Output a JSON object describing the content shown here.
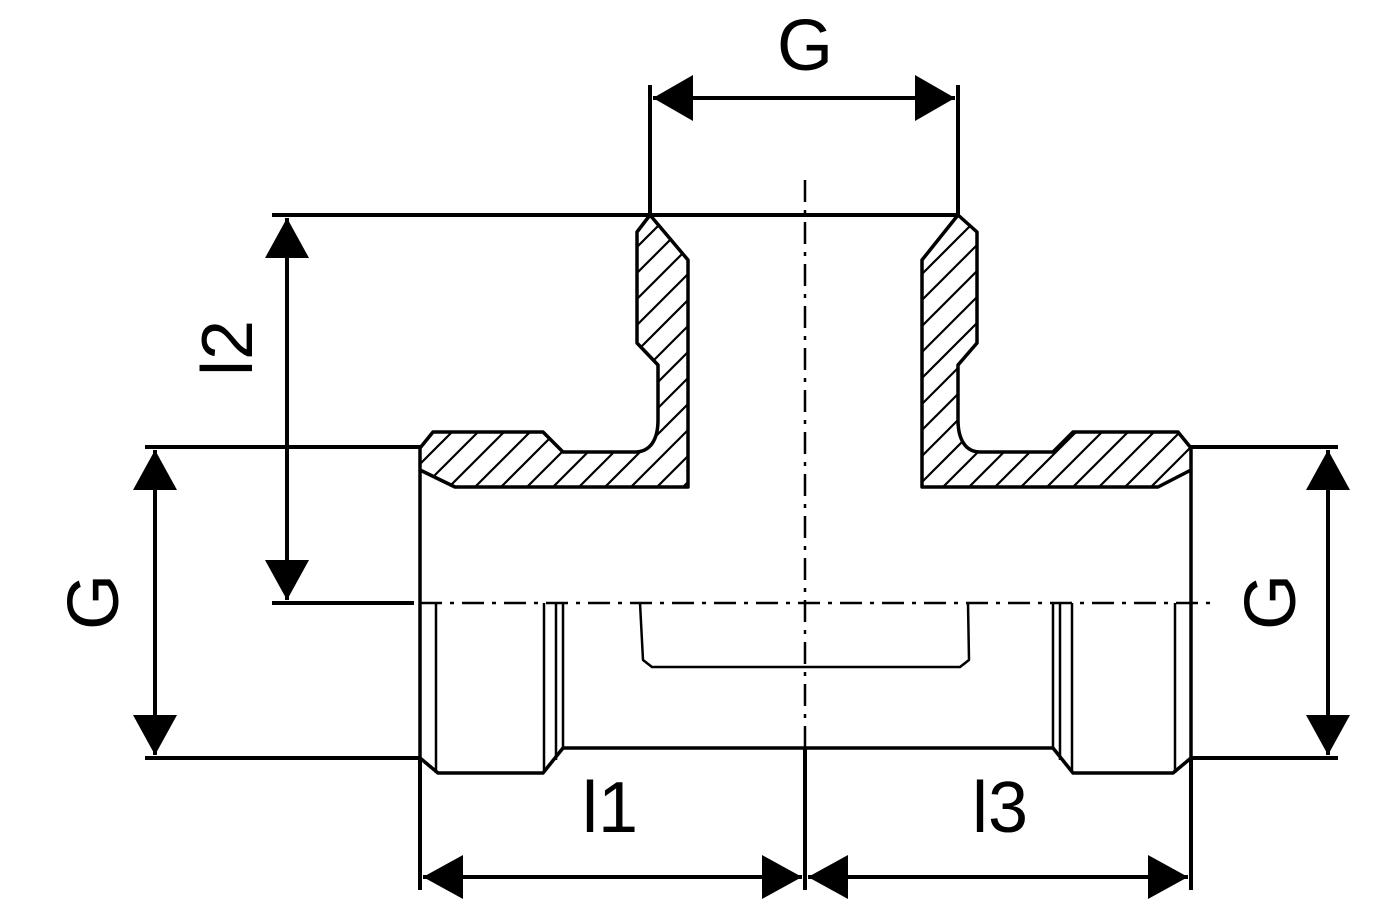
{
  "labels": {
    "top_g": "G",
    "left_g": "G",
    "right_g": "G",
    "l1": "l1",
    "l2": "l2",
    "l3": "l3"
  },
  "colors": {
    "line": "#000000",
    "background": "#ffffff"
  }
}
